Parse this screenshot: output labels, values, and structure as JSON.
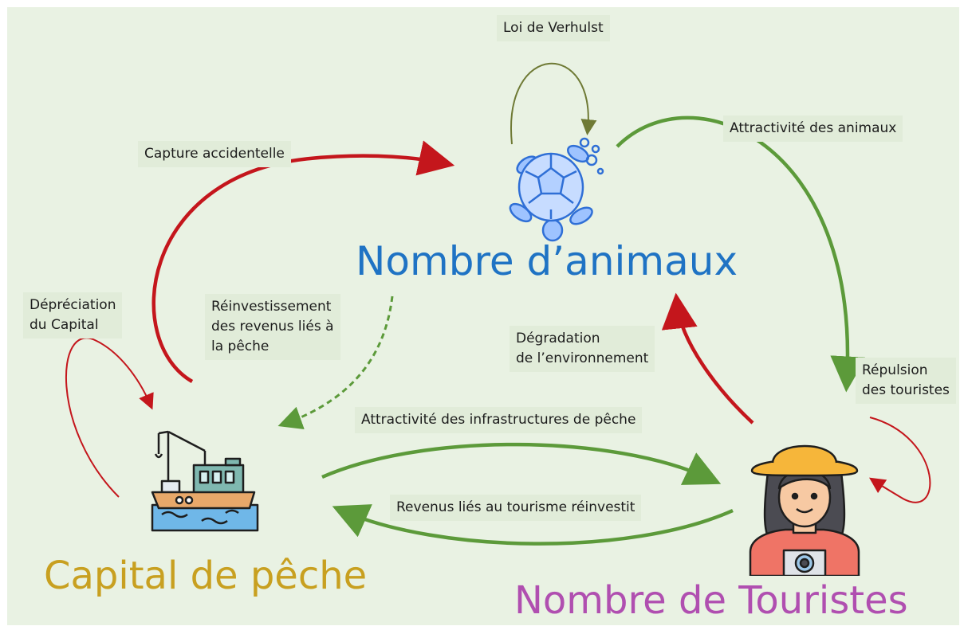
{
  "titles": {
    "animals": "Nombre d’animaux",
    "capital": "Capital de pêche",
    "tourists": "Nombre de Touristes"
  },
  "labels": {
    "verhulst": "Loi de Verhulst",
    "capture": "Capture accidentelle",
    "animal_attractivity": "Attractivité des animaux",
    "depreciation": "Dépréciation\ndu Capital",
    "reinvestment": "Réinvestissement\ndes revenus liés à\nla pêche",
    "degradation": "Dégradation\nde l’environnement",
    "repulsion": "Répulsion\ndes touristes",
    "infra_attractivity": "Attractivité des infrastructures de pêche",
    "tourism_revenue": "Revenus liés au tourisme réinvestit"
  },
  "icons": {
    "animals": "sea-turtle-icon",
    "capital": "fishing-boat-icon",
    "tourists": "tourist-with-camera-icon"
  },
  "colors": {
    "background": "#e9f2e3",
    "label_box": "#e1ecd9",
    "animals_title": "#1f73c4",
    "capital_title": "#c8a020",
    "tourists_title": "#b04fb0",
    "arrow_red": "#c4161c",
    "arrow_green": "#5c9a3a",
    "arrow_olive": "#6f7a35"
  }
}
